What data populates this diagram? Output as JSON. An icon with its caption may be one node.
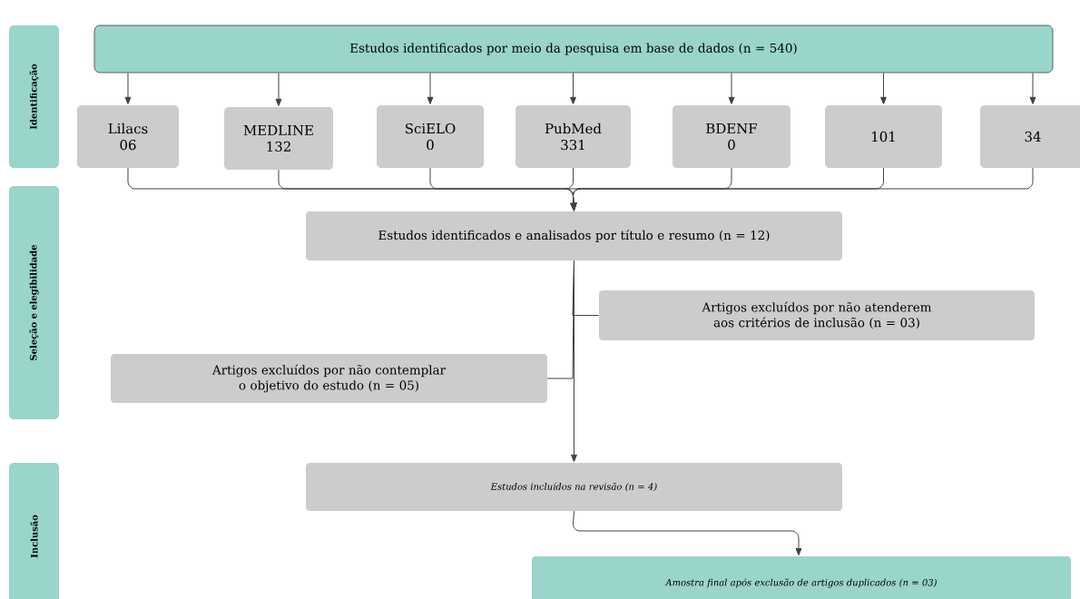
{
  "diagram": {
    "nodes": [
      {
        "text": [
          "Identificação"
        ]
      },
      {
        "text": [
          "Seleção e elegibilidade"
        ]
      },
      {
        "text": [
          "Inclusão"
        ]
      },
      {
        "text": [
          "Estudos identificados por meio da pesquisa em base de dados  (n = 540)"
        ]
      },
      {
        "text": [
          "Lilacs",
          "06"
        ]
      },
      {
        "text": [
          "MEDLINE",
          "132"
        ]
      },
      {
        "text": [
          "SciELO",
          "0"
        ]
      },
      {
        "text": [
          "PubMed",
          "331"
        ]
      },
      {
        "text": [
          "BDENF",
          "0"
        ]
      },
      {
        "text": [
          "101"
        ]
      },
      {
        "text": [
          "34"
        ]
      },
      {
        "text": [
          "Estudos identificados e analisados por título e resumo  (n = 12)"
        ]
      },
      {
        "text": [
          "Artigos excluídos por não atenderem aos critérios de inclusão  (n = 03)"
        ]
      },
      {
        "text": [
          "Artigos excluídos por não contemplar o objetivo do estudo    (n = 05)"
        ]
      },
      {
        "text": [
          "Estudos incluídos na revisão (n = 4)"
        ]
      },
      {
        "text": [
          "Amostra final após exclusão de artigos duplicados (n = 03)"
        ]
      }
    ],
    "edges": [
      {
        "from": 3,
        "to": 4,
        "arrow": "to"
      },
      {
        "from": 3,
        "to": 5,
        "arrow": "to"
      },
      {
        "from": 3,
        "to": 6,
        "arrow": "to"
      },
      {
        "from": 3,
        "to": 7,
        "arrow": "to"
      },
      {
        "from": 3,
        "to": 8,
        "arrow": "to"
      },
      {
        "from": 3,
        "to": 9,
        "arrow": "to"
      },
      {
        "from": 3,
        "to": 10,
        "arrow": "to"
      },
      {
        "from": 4,
        "to": 11,
        "arrow": "to"
      },
      {
        "from": 5,
        "to": 11,
        "arrow": "to"
      },
      {
        "from": 6,
        "to": 11,
        "arrow": "to"
      },
      {
        "from": 7,
        "to": 11,
        "arrow": "to"
      },
      {
        "from": 8,
        "to": 11,
        "arrow": "to"
      },
      {
        "from": 9,
        "to": 11,
        "arrow": "to"
      },
      {
        "from": 10,
        "to": 11,
        "arrow": "to"
      },
      {
        "from": 11,
        "to": 12,
        "arrow": "none"
      },
      {
        "from": 11,
        "to": 13,
        "arrow": "none"
      },
      {
        "from": 11,
        "to": 14,
        "arrow": "to"
      },
      {
        "from": 14,
        "to": 15,
        "arrow": "to"
      }
    ]
  }
}
